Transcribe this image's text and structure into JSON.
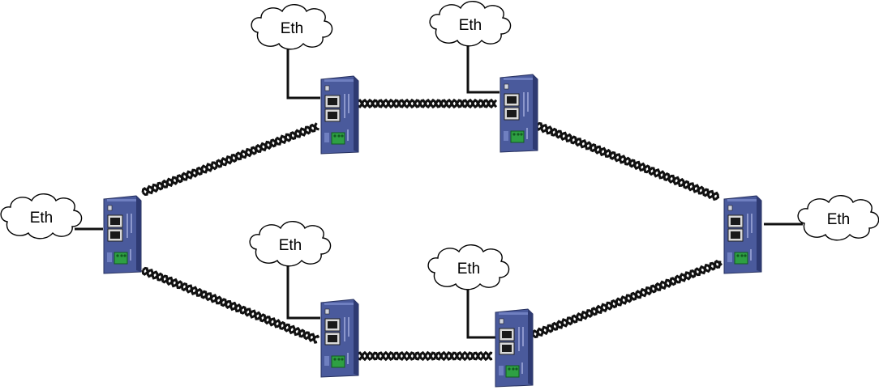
{
  "clouds": [
    {
      "label": "Eth"
    },
    {
      "label": "Eth"
    },
    {
      "label": "Eth"
    },
    {
      "label": "Eth"
    },
    {
      "label": "Eth"
    },
    {
      "label": "Eth"
    }
  ],
  "colors": {
    "device_body": "#4a5a9c",
    "device_dark": "#2e3a72",
    "cable": "#111111",
    "terminal": "#2ea043",
    "cloud_fill": "#ffffff",
    "cloud_stroke": "#000000"
  },
  "device_icon": "industrial-ethernet-extender",
  "cloud_icon": "ethernet-network-cloud"
}
